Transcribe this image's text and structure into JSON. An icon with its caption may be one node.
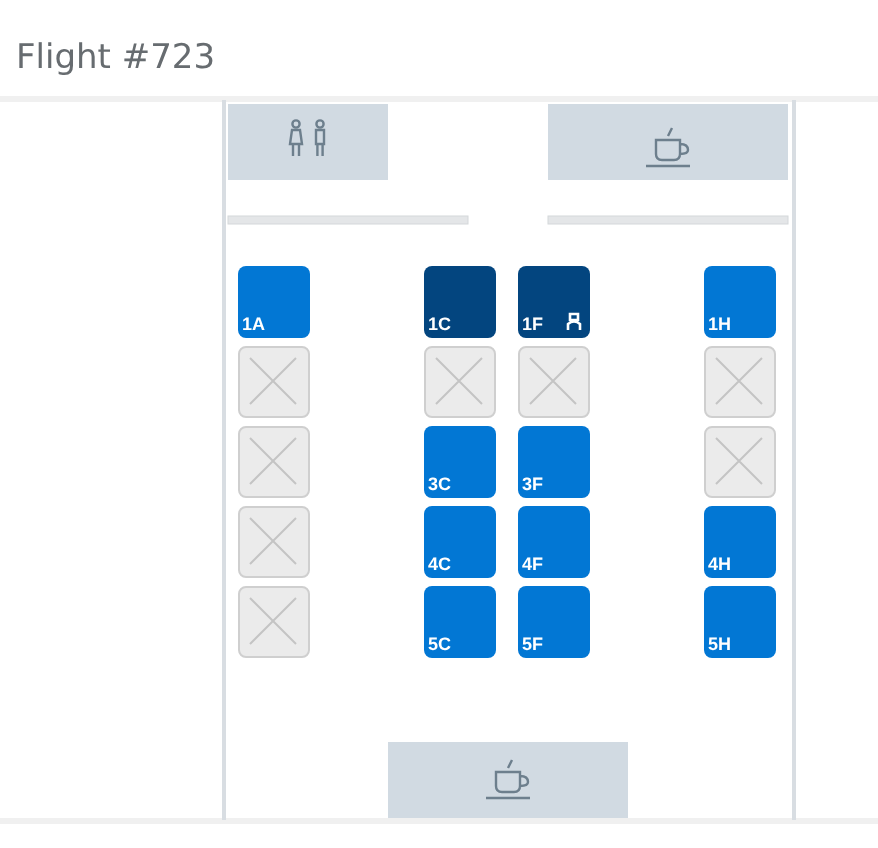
{
  "diagram": {
    "title": "Flight #723",
    "nodes": [
      {
        "text": [
          "1A"
        ]
      },
      {
        "text": [
          "1C"
        ]
      },
      {
        "text": [
          "1F"
        ]
      },
      {
        "text": [
          "1H"
        ]
      },
      {
        "text": [],
        "shape": "box"
      },
      {
        "text": [],
        "shape": "box"
      },
      {
        "text": [],
        "shape": "box"
      },
      {
        "text": [],
        "shape": "box"
      },
      {
        "text": [],
        "shape": "box"
      },
      {
        "text": [
          "3C"
        ]
      },
      {
        "text": [
          "3F"
        ]
      },
      {
        "text": [],
        "shape": "box"
      },
      {
        "text": [],
        "shape": "box"
      },
      {
        "text": [
          "4C"
        ]
      },
      {
        "text": [
          "4F"
        ]
      },
      {
        "text": [
          "4H"
        ]
      },
      {
        "text": [],
        "shape": "box"
      },
      {
        "text": [
          "5C"
        ]
      },
      {
        "text": [
          "5F"
        ]
      },
      {
        "text": [
          "5H"
        ]
      }
    ]
  }
}
